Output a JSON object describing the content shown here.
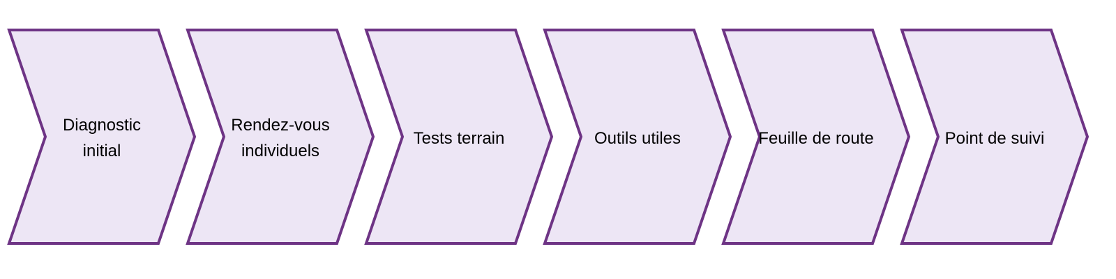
{
  "diagram": {
    "colors": {
      "fill": "#EDE6F5",
      "stroke": "#6E3485",
      "text": "#000000"
    },
    "steps": [
      {
        "label": "Diagnostic\ninitial"
      },
      {
        "label": "Rendez-vous\nindividuels"
      },
      {
        "label": "Tests terrain"
      },
      {
        "label": "Outils utiles"
      },
      {
        "label": "Feuille de route"
      },
      {
        "label": "Point de suivi"
      }
    ]
  }
}
